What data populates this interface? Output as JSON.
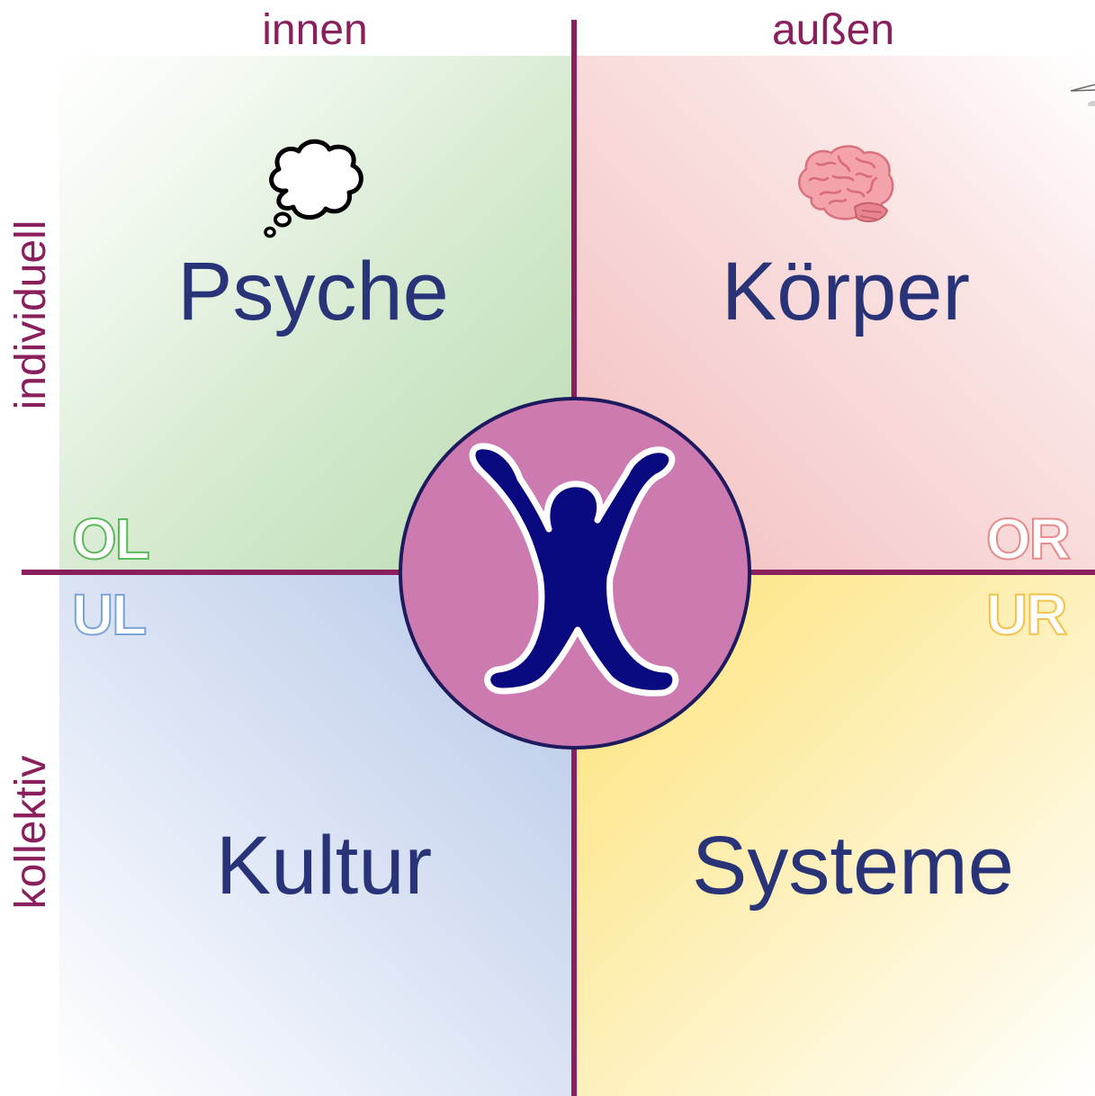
{
  "columns": {
    "left_label": "innen",
    "right_label": "außen"
  },
  "rows": {
    "top_label": "individuell",
    "bottom_label": "kollektiv"
  },
  "quadrants": {
    "upper_left": {
      "title": "Psyche",
      "code": "OL",
      "icon": "thought-bubble-icon",
      "color": "#b9dbb0"
    },
    "upper_right": {
      "title": "Körper",
      "code": "OR",
      "icon": "brain-icon",
      "color": "#f3bcbc"
    },
    "lower_left": {
      "title": "Kultur",
      "code": "UL",
      "color": "#b6c7e8"
    },
    "lower_right": {
      "title": "Systeme",
      "code": "UR",
      "color": "#fde277"
    }
  },
  "center": {
    "icon": "person-arms-raised-icon",
    "circle_color": "#cc7ab0",
    "figure_color": "#0a0a80"
  },
  "axis_color": "#8a1f5e",
  "title_color": "#283378"
}
